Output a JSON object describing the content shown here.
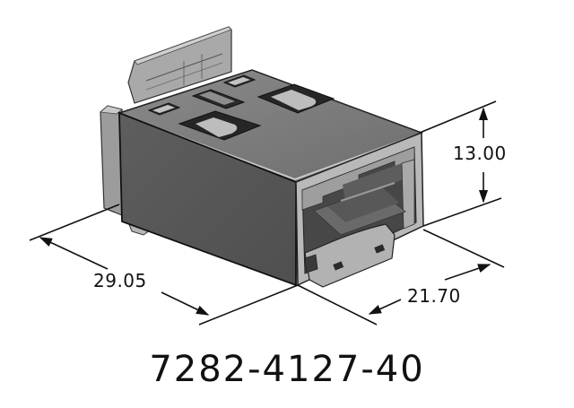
{
  "drawing": {
    "subject": "connector housing",
    "part_number": "7282-4127-40",
    "dimensions": {
      "height": {
        "label": "13.00",
        "value": 13.0
      },
      "length": {
        "label": "29.05",
        "value": 29.05
      },
      "width": {
        "label": "21.70",
        "value": 21.7
      }
    },
    "colors": {
      "background": "#ffffff",
      "side_face": "#5a5a5a",
      "top_face": "#7a7a7a",
      "front_rim": "#b8b8b8",
      "interior": "#4a4a4a",
      "latch": "#a8a8a8",
      "lines": "#111111"
    }
  }
}
